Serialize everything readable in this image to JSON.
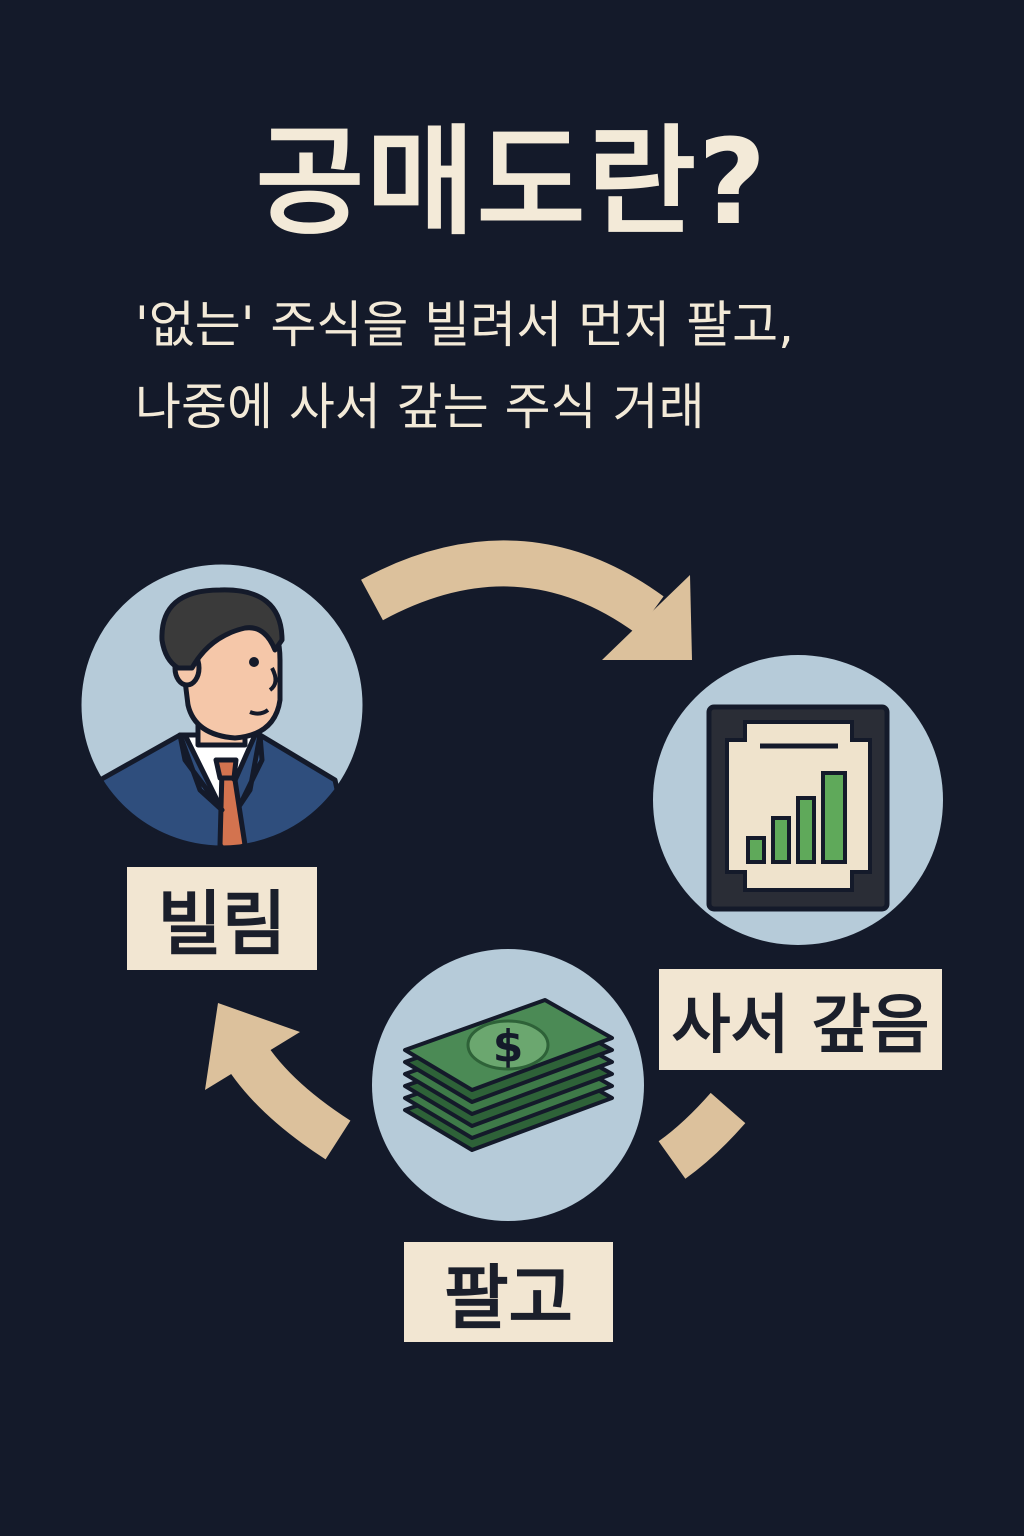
{
  "header": {
    "title": "공매도란?",
    "subtitle_line1": "'없는' 주식을 빌려서 먼저 팔고,",
    "subtitle_line2": "나중에 사서 갚는 주식 거래"
  },
  "steps": [
    {
      "label": "빌림",
      "icon": "businessman-icon"
    },
    {
      "label": "사서 갚음",
      "icon": "stock-certificate-icon"
    },
    {
      "label": "팔고",
      "icon": "cash-stack-icon"
    }
  ],
  "colors": {
    "background": "#141a2a",
    "text_light": "#f3ead8",
    "label_bg": "#f2e6d2",
    "circle_bg": "#b6cbd9",
    "arrow": "#dcc19c",
    "money_green": "#3e7a48",
    "chart_green": "#5fa95a"
  }
}
